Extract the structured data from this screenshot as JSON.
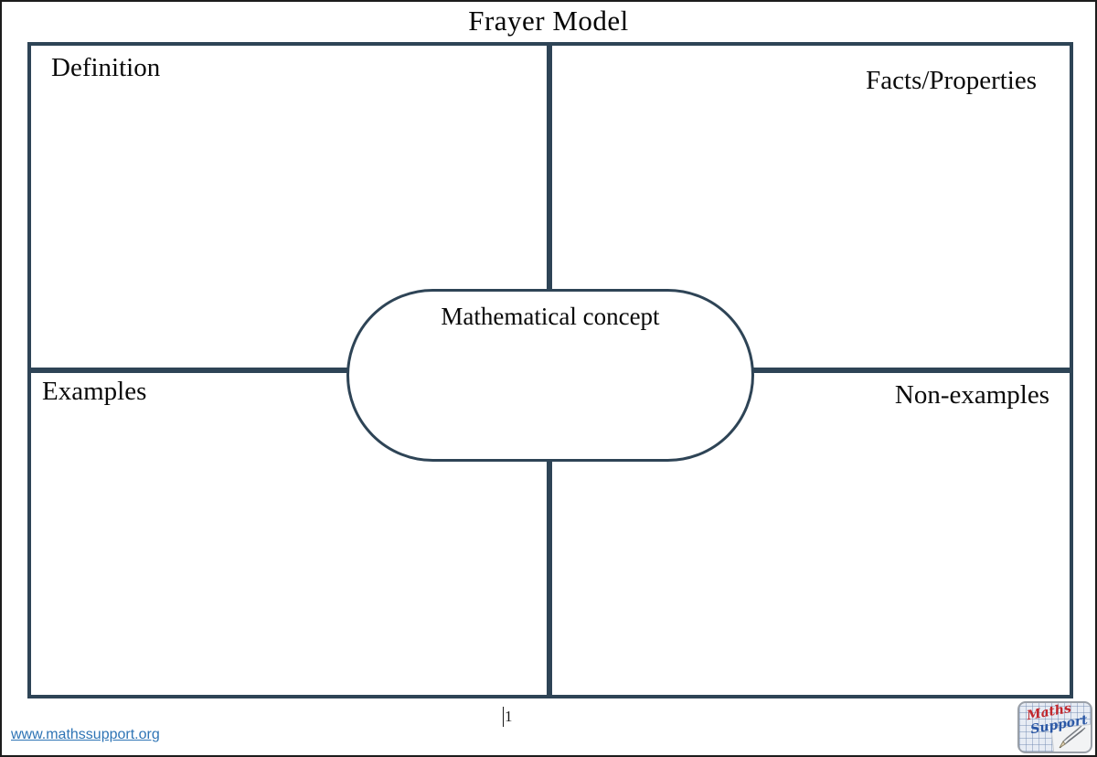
{
  "page": {
    "title": "Frayer Model",
    "page_number": "1"
  },
  "quadrants": {
    "top_left": "Definition",
    "top_right": "Facts/Properties",
    "bottom_left": "Examples",
    "bottom_right": "Non-examples"
  },
  "center": {
    "label": "Mathematical concept"
  },
  "footer": {
    "link": "www.mathssupport.org"
  },
  "logo": {
    "line1": "Maths",
    "line2": "Support"
  },
  "colors": {
    "grid_line": "#2e4456",
    "page_border": "#1c1c1c",
    "link_blue": "#2e74b5",
    "logo_red": "#c2272d",
    "logo_blue": "#2a57a5"
  }
}
